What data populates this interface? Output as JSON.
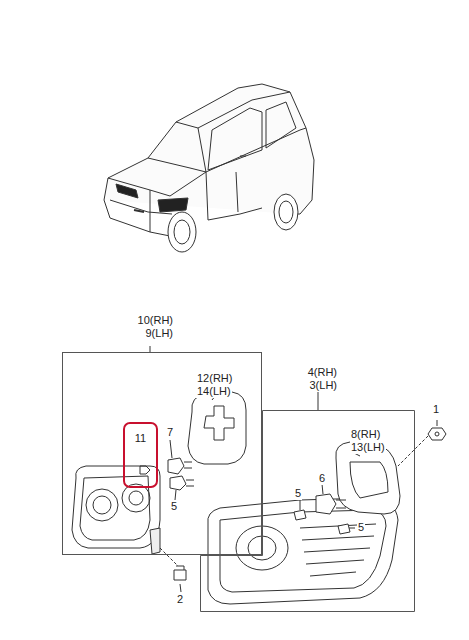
{
  "diagram": {
    "nodes": [
      {
        "text": [
          "10(RH) 9(LH)"
        ]
      },
      {
        "text": [
          "4(RH) 3(LH)"
        ]
      },
      {
        "text": [
          "11"
        ],
        "in": 0
      }
    ],
    "labels": [
      "12(RH)",
      "14(LH)",
      "7",
      "5",
      "2",
      "8(RH)",
      "13(LH)",
      "6",
      "5",
      "5",
      "1"
    ]
  }
}
